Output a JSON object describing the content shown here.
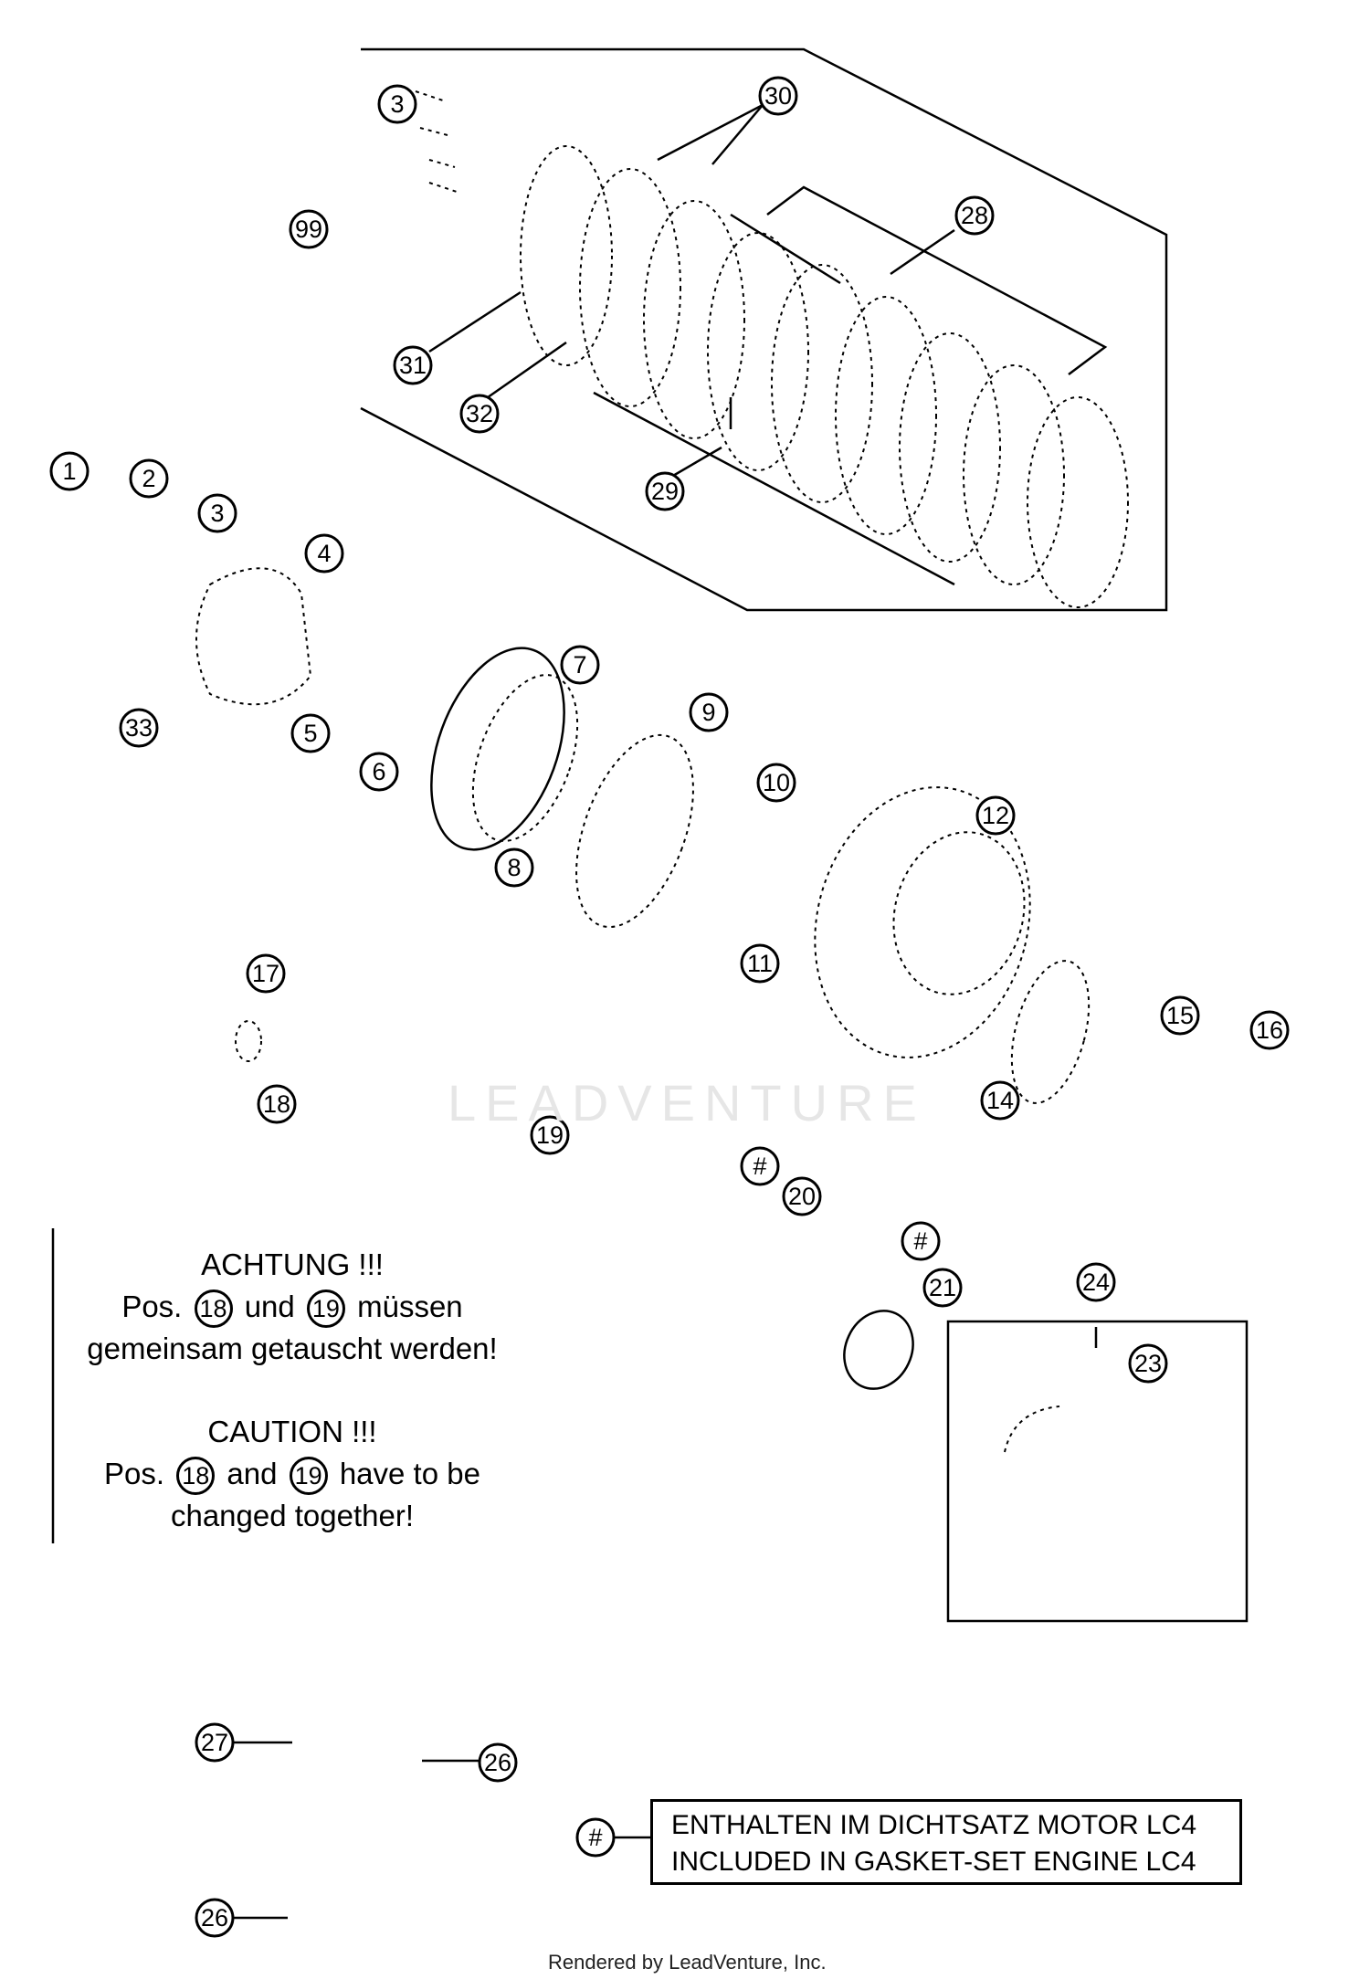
{
  "callouts": {
    "c3a": "3",
    "c99": "99",
    "c30": "30",
    "c28": "28",
    "c31": "31",
    "c32": "32",
    "c29": "29",
    "c1": "1",
    "c2": "2",
    "c3b": "3",
    "c4": "4",
    "c33": "33",
    "c5": "5",
    "c6": "6",
    "c7": "7",
    "c8": "8",
    "c9": "9",
    "c10": "10",
    "c11": "11",
    "c12": "12",
    "c17": "17",
    "c18": "18",
    "c19": "19",
    "c14": "14",
    "c15": "15",
    "c16": "16",
    "c20": "20",
    "c20hash": "#",
    "c21": "21",
    "c21hash": "#",
    "c24": "24",
    "c23": "23",
    "c27": "27",
    "c26a": "26",
    "c26b": "26",
    "legend_hash": "#"
  },
  "note_de": {
    "title": "ACHTUNG !!!",
    "pos": "Pos.",
    "ref_a": "18",
    "und": "und",
    "ref_b": "19",
    "line1_end": "müssen",
    "line2": "gemeinsam getauscht werden!"
  },
  "note_en": {
    "title": "CAUTION !!!",
    "pos": "Pos.",
    "ref_a": "18",
    "and": "and",
    "ref_b": "19",
    "line1_end": "have to be",
    "line2": "changed together!"
  },
  "legend": {
    "line1": "ENTHALTEN IM DICHTSATZ MOTOR LC4",
    "line2": "INCLUDED IN GASKET-SET ENGINE LC4"
  },
  "watermark": "LEADVENTURE",
  "footer": "Rendered by LeadVenture, Inc."
}
